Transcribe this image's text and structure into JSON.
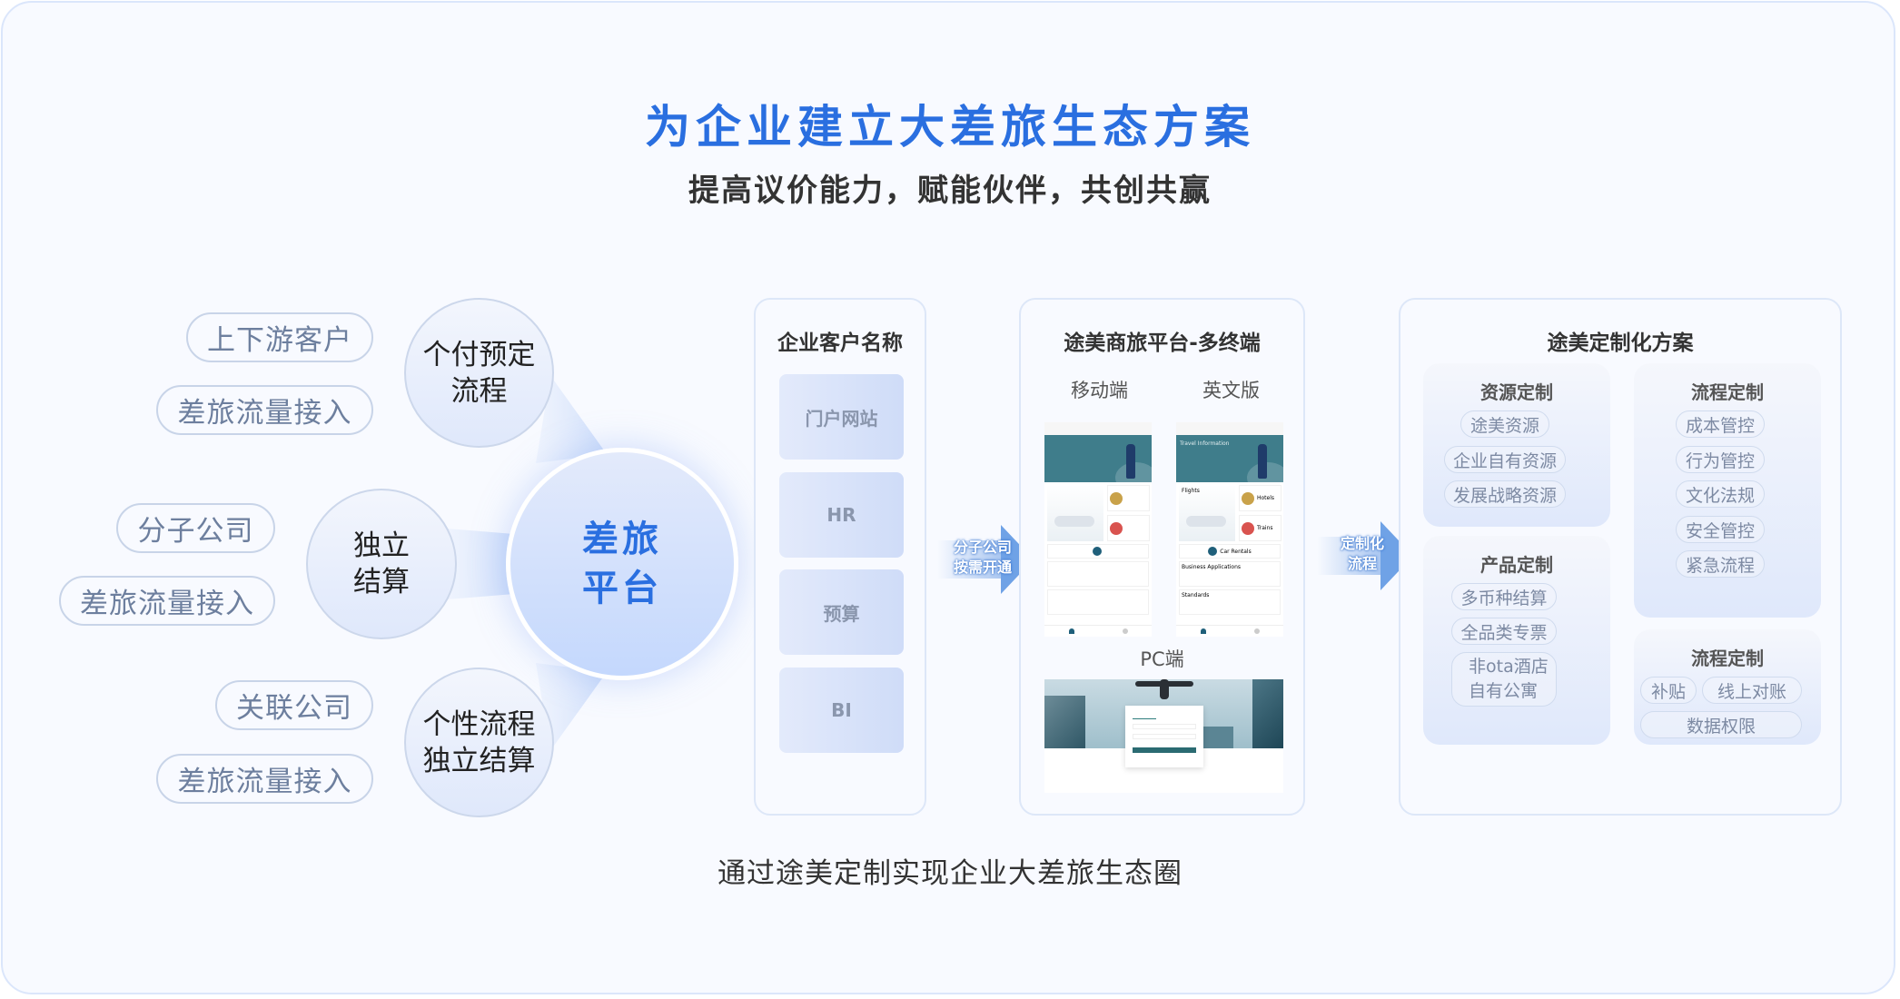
{
  "header": {
    "title": "为企业建立大差旅生态方案",
    "subtitle": "提高议价能力，赋能伙伴，共创共赢"
  },
  "hub": {
    "line1": "差旅",
    "line2": "平台"
  },
  "clusters": [
    {
      "node": [
        "个付预定",
        "流程"
      ],
      "tags": [
        "上下游客户",
        "差旅流量接入"
      ]
    },
    {
      "node": [
        "独立",
        "结算"
      ],
      "tags": [
        "分子公司",
        "差旅流量接入"
      ]
    },
    {
      "node": [
        "个性流程",
        "独立结算"
      ],
      "tags": [
        "关联公司",
        "差旅流量接入"
      ]
    }
  ],
  "customer_card": {
    "title": "企业客户名称",
    "items": [
      "门户网站",
      "HR",
      "预算",
      "BI"
    ]
  },
  "arrow1": {
    "line1": "分子公司",
    "line2": "按需开通"
  },
  "platform_card": {
    "title": "途美商旅平台-多终端",
    "mobile_label": "移动端",
    "english_label": "英文版",
    "pc_label": "PC端",
    "english_screen": {
      "banner": "Travel Information",
      "flights": "Flights",
      "hotels": "Hotels",
      "trains": "Trains",
      "car": "Car Rentals",
      "apps": "Business Applications",
      "standards": "Standards"
    }
  },
  "arrow2": {
    "line1": "定制化",
    "line2": "流程"
  },
  "solution_card": {
    "title": "途美定制化方案",
    "resource": {
      "title": "资源定制",
      "tags": [
        "途美资源",
        "企业自有资源",
        "发展战略资源"
      ]
    },
    "product": {
      "title": "产品定制",
      "tags": [
        "多币种结算",
        "全品类专票",
        "非ota酒店",
        "自有公寓"
      ]
    },
    "process": {
      "title": "流程定制",
      "tags": [
        "成本管控",
        "行为管控",
        "文化法规",
        "安全管控",
        "紧急流程"
      ]
    },
    "process2": {
      "title": "流程定制",
      "tags": [
        "补贴",
        "线上对账",
        "数据权限"
      ]
    }
  },
  "caption": "通过途美定制实现企业大差旅生态圈",
  "colors": {
    "accent": "#2a6fe0",
    "tag_text": "#6d7f9e",
    "frame": "#dbe6fb"
  }
}
